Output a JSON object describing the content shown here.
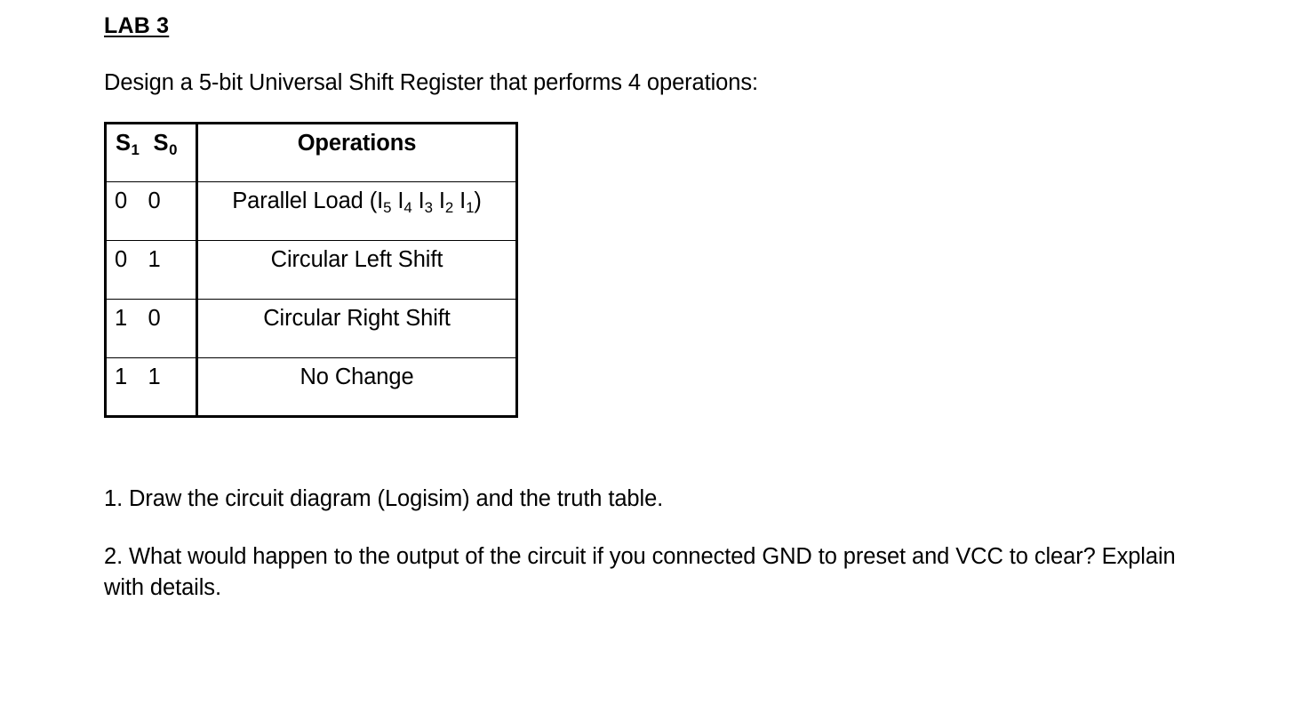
{
  "document": {
    "title": "LAB 3",
    "intro": "Design a 5-bit Universal Shift Register that performs 4 operations:",
    "table": {
      "header": {
        "select_col_label": "S",
        "select_col_sub_1": "1",
        "select_col_sub_0": "0",
        "operations_label": "Operations"
      },
      "rows": [
        {
          "s1": "0",
          "s0": "0",
          "operation": "Parallel Load (I5 I4 I3 I2 I1)"
        },
        {
          "s1": "0",
          "s0": "1",
          "operation": "Circular Left Shift"
        },
        {
          "s1": "1",
          "s0": "0",
          "operation": "Circular Right Shift"
        },
        {
          "s1": "1",
          "s0": "1",
          "operation": "No Change"
        }
      ],
      "parallel_load": {
        "prefix": "Parallel Load (I",
        "sub_5": "5",
        "mid_4": " I",
        "sub_4": "4",
        "mid_3": " I",
        "sub_3": "3",
        "mid_2": " I",
        "sub_2": "2",
        "mid_1": " I",
        "sub_1": "1",
        "suffix": ")"
      }
    },
    "questions": [
      "1. Draw the circuit diagram (Logisim) and the truth table.",
      "2. What would happen to the output of the circuit if you connected GND to preset and VCC to clear? Explain with details."
    ]
  },
  "colors": {
    "background": "#ffffff",
    "text": "#000000",
    "table_border": "#000000"
  }
}
